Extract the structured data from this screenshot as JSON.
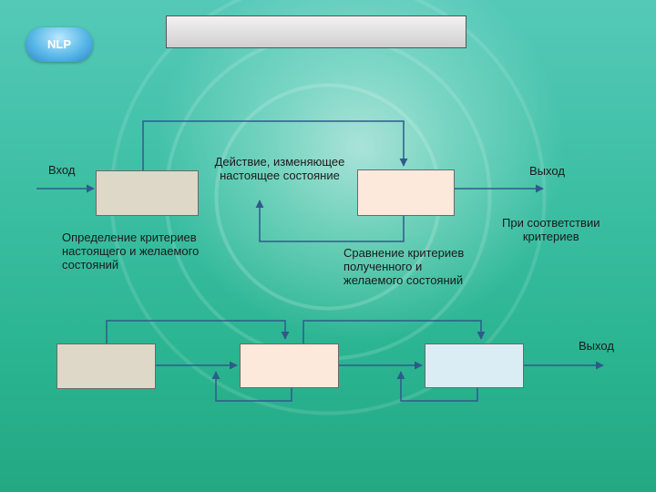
{
  "logo": {
    "text": "NLP"
  },
  "title": "",
  "diagram1": {
    "input_label": "Вход",
    "action_label": [
      "Действие, изменяющее",
      "настоящее состояние"
    ],
    "output_label": "Выход",
    "criteria_label": [
      "Определение критериев",
      "настоящего и желаемого",
      "состояний"
    ],
    "compare_label": [
      "Сравнение критериев",
      "полученного и",
      "желаемого состояний"
    ],
    "condition_label": [
      "При соответствии",
      "критериев"
    ]
  },
  "diagram2": {
    "output_label": "Выход"
  },
  "colors": {
    "line": "#2f5a8a",
    "box_tan": "#ddd8c8",
    "box_peach": "#fde8dc",
    "box_ice": "#dbedf4"
  }
}
